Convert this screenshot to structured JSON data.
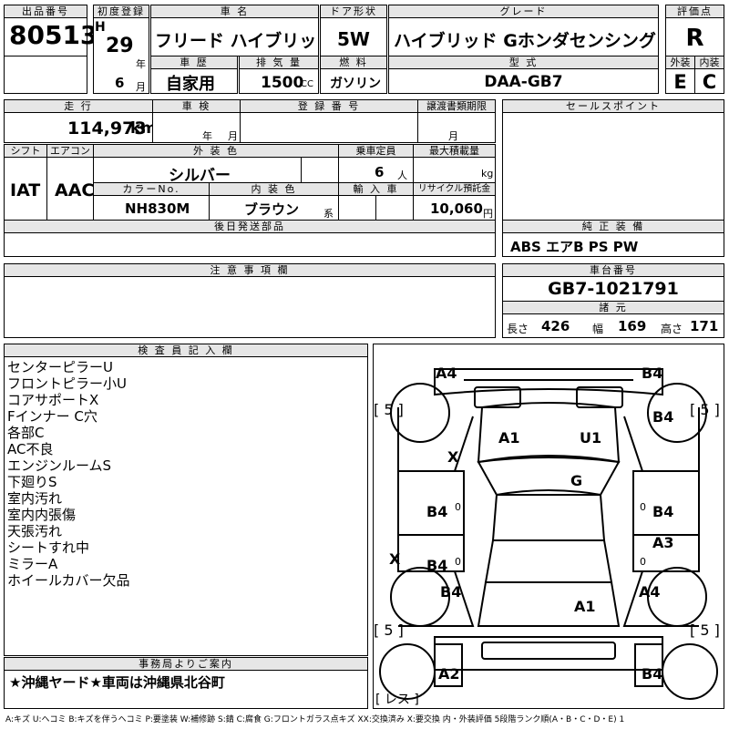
{
  "headers": {
    "lot_no": "出品番号",
    "first_reg": "初度登録",
    "car_name": "車 名",
    "door": "ドア形状",
    "grade": "グレード",
    "score": "評価点",
    "history": "車 歴",
    "displacement": "排 気 量",
    "fuel": "燃 料",
    "model": "型 式",
    "exterior": "外装",
    "interior": "内装",
    "mileage": "走 行",
    "inspection": "車 検",
    "registration": "登 録 番 号",
    "transfer_deadline": "譲渡書類期限",
    "sales_point": "セールスポイント",
    "shift": "シフト",
    "aircon": "エアコン",
    "ext_color": "外 装 色",
    "capacity": "乗車定員",
    "max_load": "最大積載量",
    "color_no": "カラーNo.",
    "int_color": "内 装 色",
    "import": "輸 入 車",
    "recycle": "リサイクル預託金",
    "later_parts": "後日発送部品",
    "genuine_equipment": "純 正 装 備",
    "notes": "注 意 事 項 欄",
    "chassis_no": "車台番号",
    "specs": "諸 元",
    "inspector": "検 査 員 記 入 欄",
    "office": "事務局よりご案内"
  },
  "units": {
    "year": "年",
    "month": "月",
    "cc": "CC",
    "km": "km",
    "person": "人",
    "kg": "kg",
    "kei": "系",
    "yen": "円",
    "length": "長さ",
    "width": "幅",
    "height": "高さ"
  },
  "values": {
    "lot_no": "80513",
    "era": "H",
    "year": "29",
    "month": "6",
    "car_name": "フリード ハイブリッド",
    "door": "5W",
    "grade": "ハイブリッド Gホンダセンシング",
    "score": "R",
    "history": "自家用",
    "displacement": "1500",
    "fuel": "ガソリン",
    "model": "DAA-GB7",
    "exterior_score": "E",
    "interior_score": "C",
    "mileage": "114,973",
    "shift": "IAT",
    "aircon": "AAC",
    "ext_color": "シルバー",
    "capacity": "6",
    "color_no": "NH830M",
    "int_color": "ブラウン",
    "recycle": "10,060",
    "genuine_equipment": "ABS エアB PS PW",
    "chassis_no": "GB7-1021791",
    "length": "426",
    "width": "169",
    "height": "171",
    "office_note": "★沖縄ヤード★車両は沖縄県北谷町"
  },
  "inspector_notes": [
    "センターピラーU",
    "フロントピラー小U",
    "コアサポートX",
    "Fインナー C穴",
    "各部C",
    "AC不良",
    "エンジンルームS",
    "下廻りS",
    "室内汚れ",
    "室内内張傷",
    "天張汚れ",
    "シートすれ中",
    "ミラーA",
    "ホイールカバー欠品"
  ],
  "diagram_marks": {
    "front_left": "A4",
    "front_right": "B4",
    "tire_fl": "[ 5 ]",
    "tire_fr": "[ 5 ]",
    "tire_rl": "[ 5 ]",
    "tire_rr": "[ 5 ]",
    "fender_r": "B4",
    "fender_l": "X",
    "hood_a": "A1",
    "hood_u": "U1",
    "roof": "G",
    "door_l1": "B4",
    "door_r1": "B4",
    "door_l2": "B4",
    "door_r2": "A3",
    "pillar_l": "X",
    "quarter_l": "B4",
    "quarter_r": "A4",
    "rear_glass": "A1",
    "rear_left": "A2",
    "rear_right": "B4",
    "spare": "[ レス ]",
    "door_l1_sub": "0",
    "door_r1_sub": "0",
    "door_l2_sub": "0",
    "door_r2_sub": "0"
  },
  "legend": "A:キズ U:ヘコミ B:キズを伴うヘコミ P:要塗装 W:補修跡 S:錆 C:腐食 G:フロントガラス点キズ XX:交換済み X:要交換 内・外装評価 5段階ランク順(A・B・C・D・E) 1"
}
